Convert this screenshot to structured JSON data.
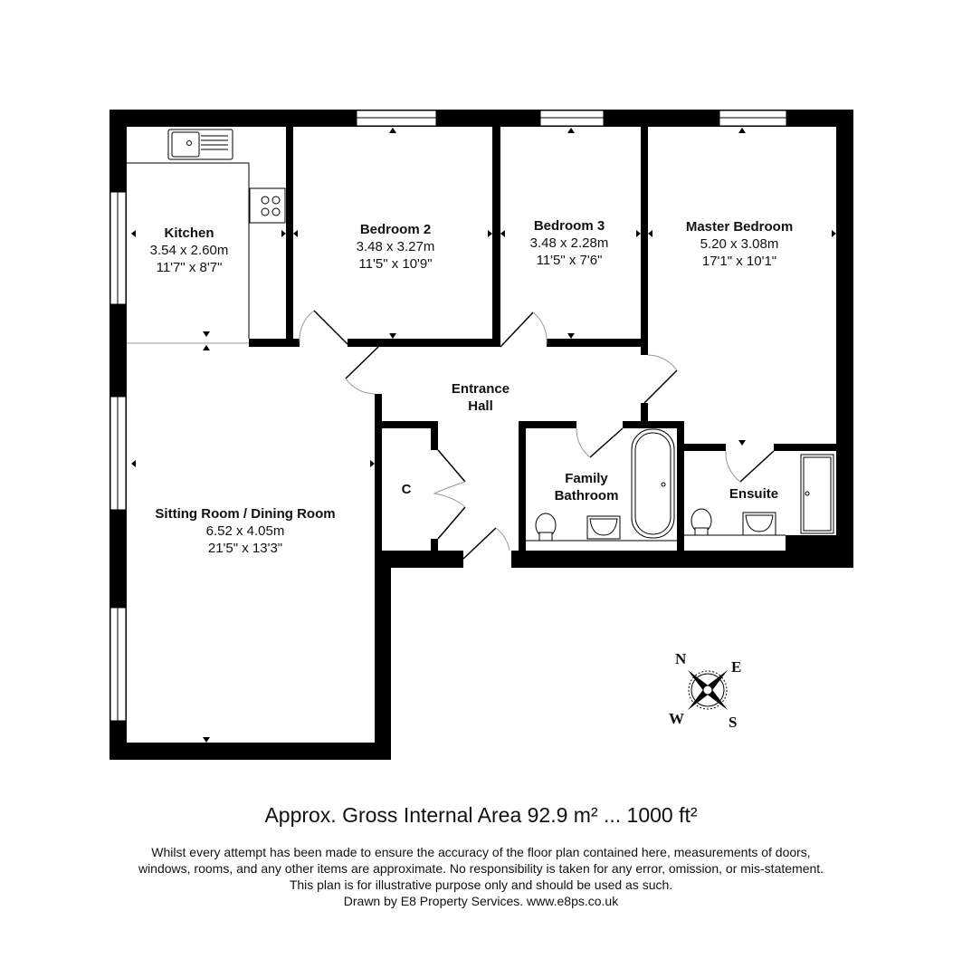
{
  "plan": {
    "rooms": [
      {
        "id": "kitchen",
        "name": "Kitchen",
        "metric": "3.54 x 2.60m",
        "imperial": "11'7\" x 8'7\""
      },
      {
        "id": "bedroom2",
        "name": "Bedroom 2",
        "metric": "3.48 x 3.27m",
        "imperial": "11'5\" x 10'9\""
      },
      {
        "id": "bedroom3",
        "name": "Bedroom 3",
        "metric": "3.48 x 2.28m",
        "imperial": "11'5\" x 7'6\""
      },
      {
        "id": "master",
        "name": "Master Bedroom",
        "metric": "5.20 x 3.08m",
        "imperial": "17'1\" x 10'1\""
      },
      {
        "id": "hall",
        "name": "Entrance",
        "name2": "Hall"
      },
      {
        "id": "cupboard",
        "name": "C"
      },
      {
        "id": "bathroom",
        "name": "Family",
        "name2": "Bathroom"
      },
      {
        "id": "ensuite",
        "name": "Ensuite"
      },
      {
        "id": "sitting",
        "name": "Sitting Room / Dining Room",
        "metric": "6.52 x 4.05m",
        "imperial": "21'5\" x 13'3\""
      }
    ],
    "compass": {
      "n": "N",
      "e": "E",
      "s": "S",
      "w": "W"
    }
  },
  "footer": {
    "area": "Approx. Gross Internal Area 92.9 m² ... 1000 ft²",
    "disclaimer": [
      "Whilst every attempt has been made to ensure the accuracy of the floor plan contained here, measurements of doors,",
      "windows, rooms, and any other items are approximate. No responsibility is taken for any error, omission, or mis-statement.",
      "This plan is for illustrative purpose only and should be used as such.",
      "Drawn by E8 Property Services. www.e8ps.co.uk"
    ]
  }
}
